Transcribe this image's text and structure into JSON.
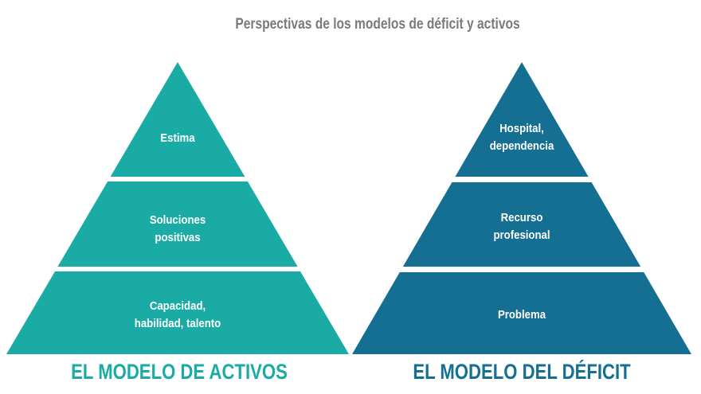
{
  "title": "Perspectivas de los modelos de déficit y activos",
  "colors": {
    "assets": "#1aaba5",
    "deficit": "#156f93",
    "title": "#7a7a7a"
  },
  "assets_model": {
    "caption": "EL MODELO DE ACTIVOS",
    "levels": [
      {
        "lines": [
          "Estima"
        ]
      },
      {
        "lines": [
          "Soluciones",
          "positivas"
        ]
      },
      {
        "lines": [
          "Capacidad,",
          "habilidad, talento"
        ]
      }
    ]
  },
  "deficit_model": {
    "caption": "EL MODELO DEL DÉFICIT",
    "levels": [
      {
        "lines": [
          "Hospital,",
          "dependencia"
        ]
      },
      {
        "lines": [
          "Recurso",
          "profesional"
        ]
      },
      {
        "lines": [
          "Problema"
        ]
      }
    ]
  }
}
